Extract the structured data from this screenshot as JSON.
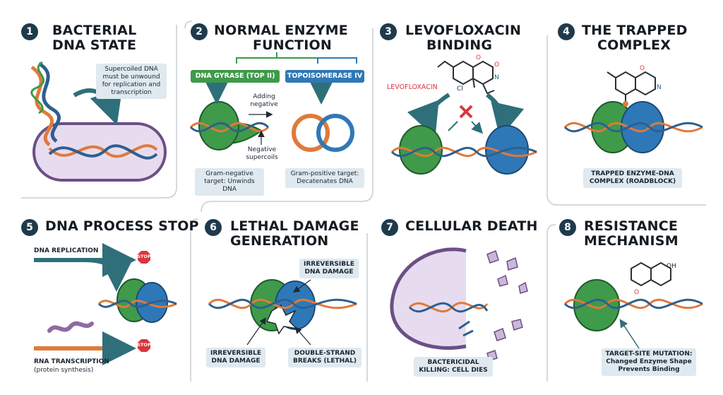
{
  "panels": [
    {
      "num": "1",
      "title_l1": "BACTERIAL",
      "title_l2": "DNA STATE",
      "note": "Supercoiled DNA must be unwound for replication and transcription"
    },
    {
      "num": "2",
      "title_l1": "NORMAL ENZYME",
      "title_l2": "FUNCTION",
      "gyrase": "DNA GYRASE (TOP II)",
      "topo": "TOPOISOMERASE IV",
      "adding": "Adding negative",
      "negsuper": "Negative supercoils",
      "gram_neg": "Gram-negative target: Unwinds DNA",
      "gram_pos": "Gram-positive target: Decatenates DNA"
    },
    {
      "num": "3",
      "title_l1": "LEVOFLOXACIN",
      "title_l2": "BINDING",
      "drug": "LEVOFLOXACIN"
    },
    {
      "num": "4",
      "title_l1": "THE TRAPPED",
      "title_l2": "COMPLEX",
      "note": "TRAPPED ENZYME-DNA COMPLEX (ROADBLOCK)"
    },
    {
      "num": "5",
      "title_l1": "DNA PROCESS STOP",
      "title_l2": "",
      "replication": "DNA REPLICATION",
      "stop": "STOP",
      "rna": "RNA TRANSCRIPTION",
      "protein": "(protein synthesis)"
    },
    {
      "num": "6",
      "title_l1": "LETHAL DAMAGE",
      "title_l2": "GENERATION",
      "irr_top": "IRREVERSIBLE DNA DAMAGE",
      "irr_left": "IRREVERSIBLE DNA DAMAGE",
      "dsb": "DOUBLE-STRAND BREAKS (LETHAL)"
    },
    {
      "num": "7",
      "title_l1": "CELLULAR DEATH",
      "title_l2": "",
      "note": "BACTERICIDAL KILLING: CELL DIES"
    },
    {
      "num": "8",
      "title_l1": "RESISTANCE",
      "title_l2": "MECHANISM",
      "note": "TARGET-SITE MUTATION: Changed Enzyme Shape Prevents Binding",
      "oh": "OH"
    }
  ],
  "colors": {
    "navy": "#1f3a4d",
    "green": "#3f9a4a",
    "blue": "#2f78b7",
    "orange": "#e07a3a",
    "red": "#d9363e",
    "purple": "#8e6aa3",
    "teal": "#2e6f7a"
  }
}
